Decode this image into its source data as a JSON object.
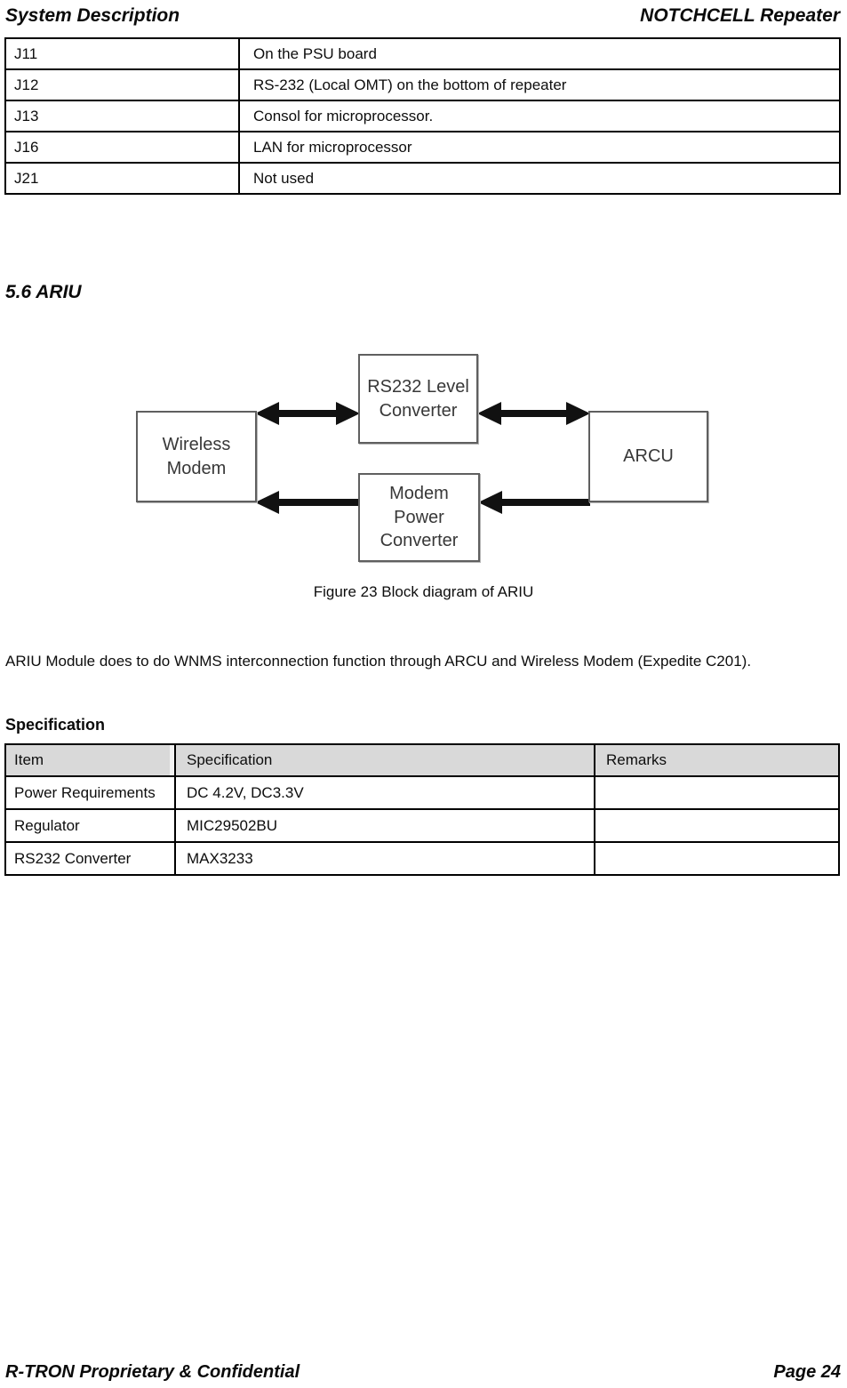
{
  "header": {
    "left": "System Description",
    "right": "NOTCHCELL Repeater"
  },
  "connector_table": {
    "rows": [
      {
        "name": "J11",
        "desc": "On the PSU board"
      },
      {
        "name": "J12",
        "desc": "RS-232 (Local OMT) on the bottom of repeater"
      },
      {
        "name": "J13",
        "desc": "Consol for microprocessor."
      },
      {
        "name": "J16",
        "desc": "LAN for microprocessor"
      },
      {
        "name": "J21",
        "desc": "Not used"
      }
    ]
  },
  "section": {
    "heading": "5.6 ARIU"
  },
  "diagram": {
    "boxes": [
      {
        "id": "wireless-modem",
        "lines": [
          "Wireless",
          "Modem"
        ]
      },
      {
        "id": "rs232-level-converter",
        "lines": [
          "RS232 Level",
          "Converter"
        ]
      },
      {
        "id": "arcu",
        "lines": [
          "ARCU"
        ]
      },
      {
        "id": "modem-power-converter",
        "lines": [
          "Modem",
          "Power",
          "Converter"
        ]
      }
    ],
    "connections": [
      "Wireless Modem <-> RS232 Level Converter (bidirectional)",
      "RS232 Level Converter <-> ARCU (bidirectional)",
      "ARCU -> Modem Power Converter",
      "Modem Power Converter -> Wireless Modem"
    ],
    "caption": "Figure 23 Block diagram of ARIU",
    "arrow_color": "#111111",
    "box_border_color": "#5f5f5f"
  },
  "body": {
    "paragraph": "ARIU Module does to do WNMS interconnection function through ARCU and Wireless Modem (Expedite C201)."
  },
  "spec": {
    "label": "Specification",
    "table": {
      "headers": [
        "Item",
        "Specification",
        "Remarks"
      ],
      "header_bg": "#d9d9d9",
      "rows": [
        [
          "Power Requirements",
          "DC 4.2V, DC3.3V",
          ""
        ],
        [
          "Regulator",
          "MIC29502BU",
          ""
        ],
        [
          "RS232 Converter",
          "MAX3233",
          ""
        ]
      ]
    }
  },
  "footer": {
    "left": "R-TRON Proprietary & Confidential",
    "right": "Page 24"
  }
}
